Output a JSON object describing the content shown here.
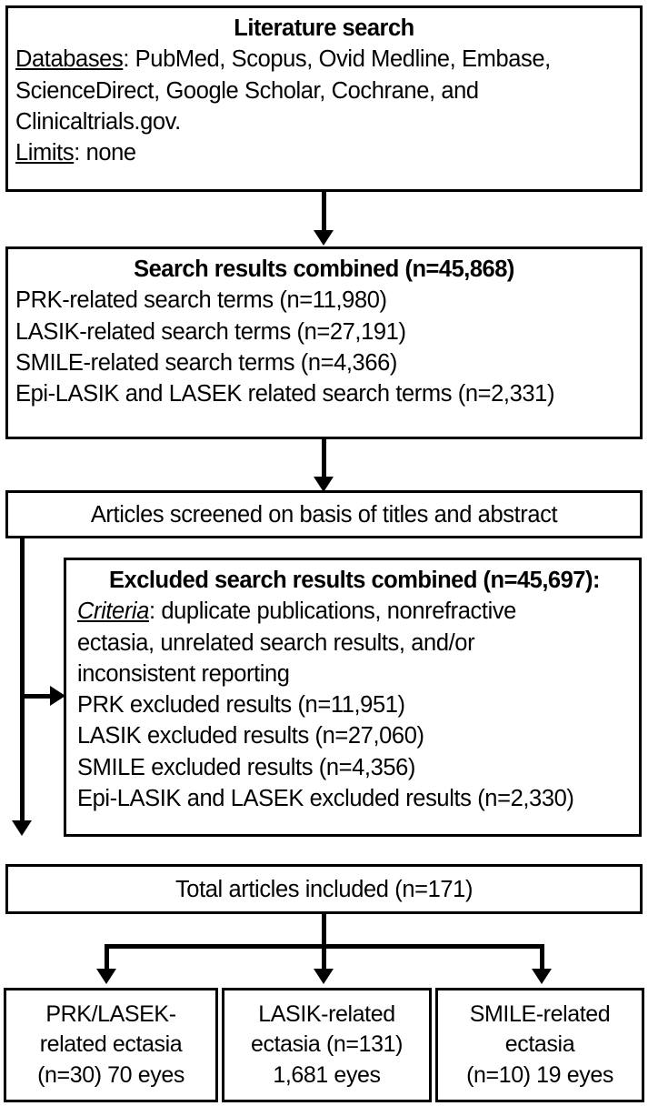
{
  "diagram": {
    "title": "PRISMA-style literature search flow diagram",
    "type": "flowchart",
    "colors": {
      "border": "#000000",
      "background": "#ffffff",
      "text": "#000000"
    }
  },
  "nodes": {
    "literature_search": {
      "heading": "Literature search",
      "label_databases": "Databases",
      "databases_line1": ": PubMed, Scopus, Ovid Medline, Embase,",
      "databases_line2": "ScienceDirect, Google Scholar, Cochrane, and",
      "databases_line3": "Clinicaltrials.gov.",
      "label_limits": "Limits",
      "limits_value": ": none"
    },
    "search_results": {
      "heading": "Search results combined (n=45,868)",
      "items": [
        "PRK-related search terms (n=11,980)",
        "LASIK-related search terms (n=27,191)",
        "SMILE-related search terms (n=4,366)",
        "Epi-LASIK and LASEK related search terms (n=2,331)"
      ]
    },
    "screened": {
      "heading": "Articles screened on basis of titles and abstract"
    },
    "excluded": {
      "heading": "Excluded search results combined (n=45,697):",
      "label_criteria": "Criteria",
      "criteria_line1": ": duplicate publications, nonrefractive",
      "criteria_line2": "ectasia, unrelated search results, and/or",
      "criteria_line3": "inconsistent reporting",
      "items": [
        "PRK excluded results (n=11,951)",
        "LASIK excluded results (n=27,060)",
        "SMILE excluded results (n=4,356)",
        "Epi-LASIK and LASEK excluded results (n=2,330)"
      ]
    },
    "total_included": {
      "heading": "Total articles included (n=171)"
    },
    "outcomes": [
      {
        "line1": "PRK/LASEK-",
        "line2": "related ectasia",
        "line3": "(n=30) 70 eyes"
      },
      {
        "line1": "LASIK-related",
        "line2": "ectasia (n=131)",
        "line3": "1,681 eyes"
      },
      {
        "line1": "SMILE-related",
        "line2": "ectasia",
        "line3": "(n=10) 19 eyes"
      }
    ]
  }
}
